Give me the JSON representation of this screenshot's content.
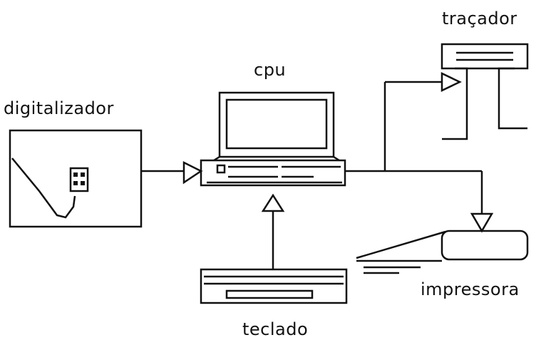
{
  "labels": {
    "digitizer": "digitalizador",
    "cpu": "cpu",
    "plotter": "traçador",
    "printer": "impressora",
    "keyboard": "teclado"
  }
}
